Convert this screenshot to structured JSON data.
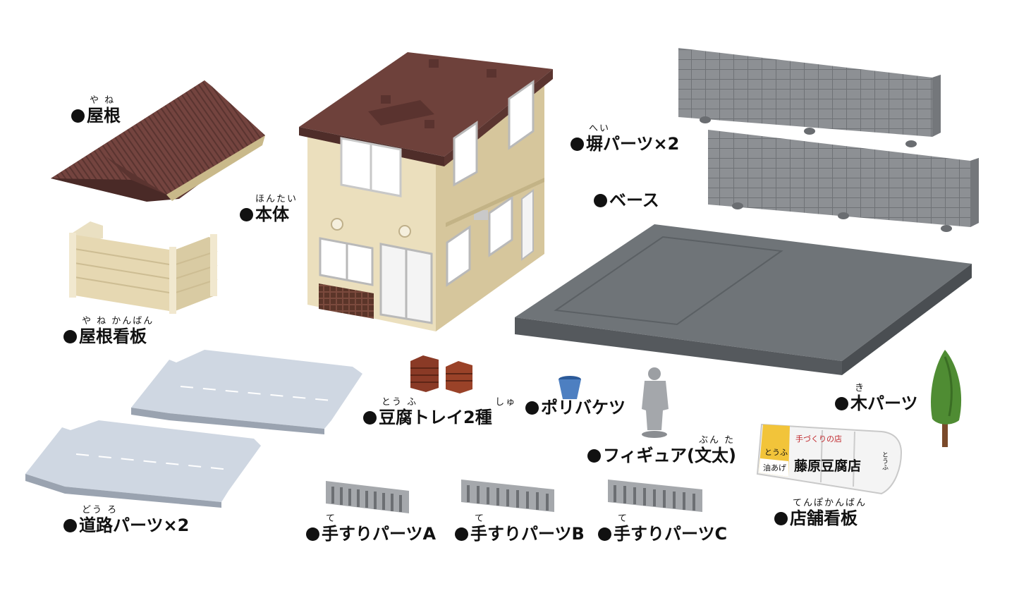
{
  "title": "",
  "parts": {
    "yane": {
      "label": "屋根",
      "ruby": "や ね"
    },
    "hontai": {
      "label": "本体",
      "ruby": "ほんたい"
    },
    "hei": {
      "label": "塀パーツ×2",
      "ruby": "へい"
    },
    "base": {
      "label": "ベース",
      "ruby": ""
    },
    "yane_kanban": {
      "label": "屋根看板",
      "ruby": "や ね かんばん"
    },
    "tofu_tray": {
      "label": "豆腐トレイ2種",
      "ruby_a": "とう ふ",
      "ruby_b": "しゅ"
    },
    "poribaketsu": {
      "label": "ポリバケツ",
      "ruby": ""
    },
    "ki": {
      "label": "木パーツ",
      "ruby": "き"
    },
    "figure": {
      "label": "フィギュア(文太)",
      "ruby": "ぶん た"
    },
    "doro": {
      "label": "道路パーツ×2",
      "ruby": "どう ろ"
    },
    "tesuri_a": {
      "label": "手すりパーツA",
      "ruby": "て"
    },
    "tesuri_b": {
      "label": "手すりパーツB",
      "ruby": "て"
    },
    "tesuri_c": {
      "label": "手すりパーツC",
      "ruby": "て"
    },
    "tenpo_kanban": {
      "label": "店舗看板",
      "ruby": "てんぽかんばん"
    }
  },
  "sign_text": {
    "tofu": "とうふ",
    "abura": "油あげ",
    "tezukuri": "手づくりの店",
    "shop_name": "藤原豆腐店",
    "side": "とうふ"
  },
  "colors": {
    "roof_brown": "#6b3f3a",
    "wall_cream": "#e9dcb8",
    "wall_gray": "#8a8d90",
    "base_gray": "#6e7377",
    "road_blue": "#c9d2de",
    "crate_brown": "#8a3a26",
    "bucket_blue": "#4d7fc1",
    "tree_green": "#4f8c33",
    "sign_yellow": "#f2c43a",
    "sign_red": "#c0262b"
  },
  "icons": [
    "bullet-dot-icon"
  ]
}
